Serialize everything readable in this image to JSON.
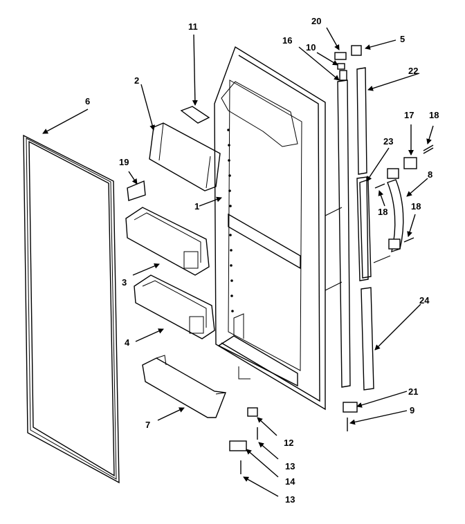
{
  "callouts": {
    "c1": "1",
    "c2": "2",
    "c3": "3",
    "c4": "4",
    "c5": "5",
    "c6": "6",
    "c7": "7",
    "c8": "8",
    "c9": "9",
    "c10": "10",
    "c11": "11",
    "c12": "12",
    "c13a": "13",
    "c13b": "13",
    "c14": "14",
    "c16": "16",
    "c17": "17",
    "c18a": "18",
    "c18b": "18",
    "c18c": "18",
    "c19": "19",
    "c20": "20",
    "c21": "21",
    "c22": "22",
    "c23": "23",
    "c24": "24"
  }
}
